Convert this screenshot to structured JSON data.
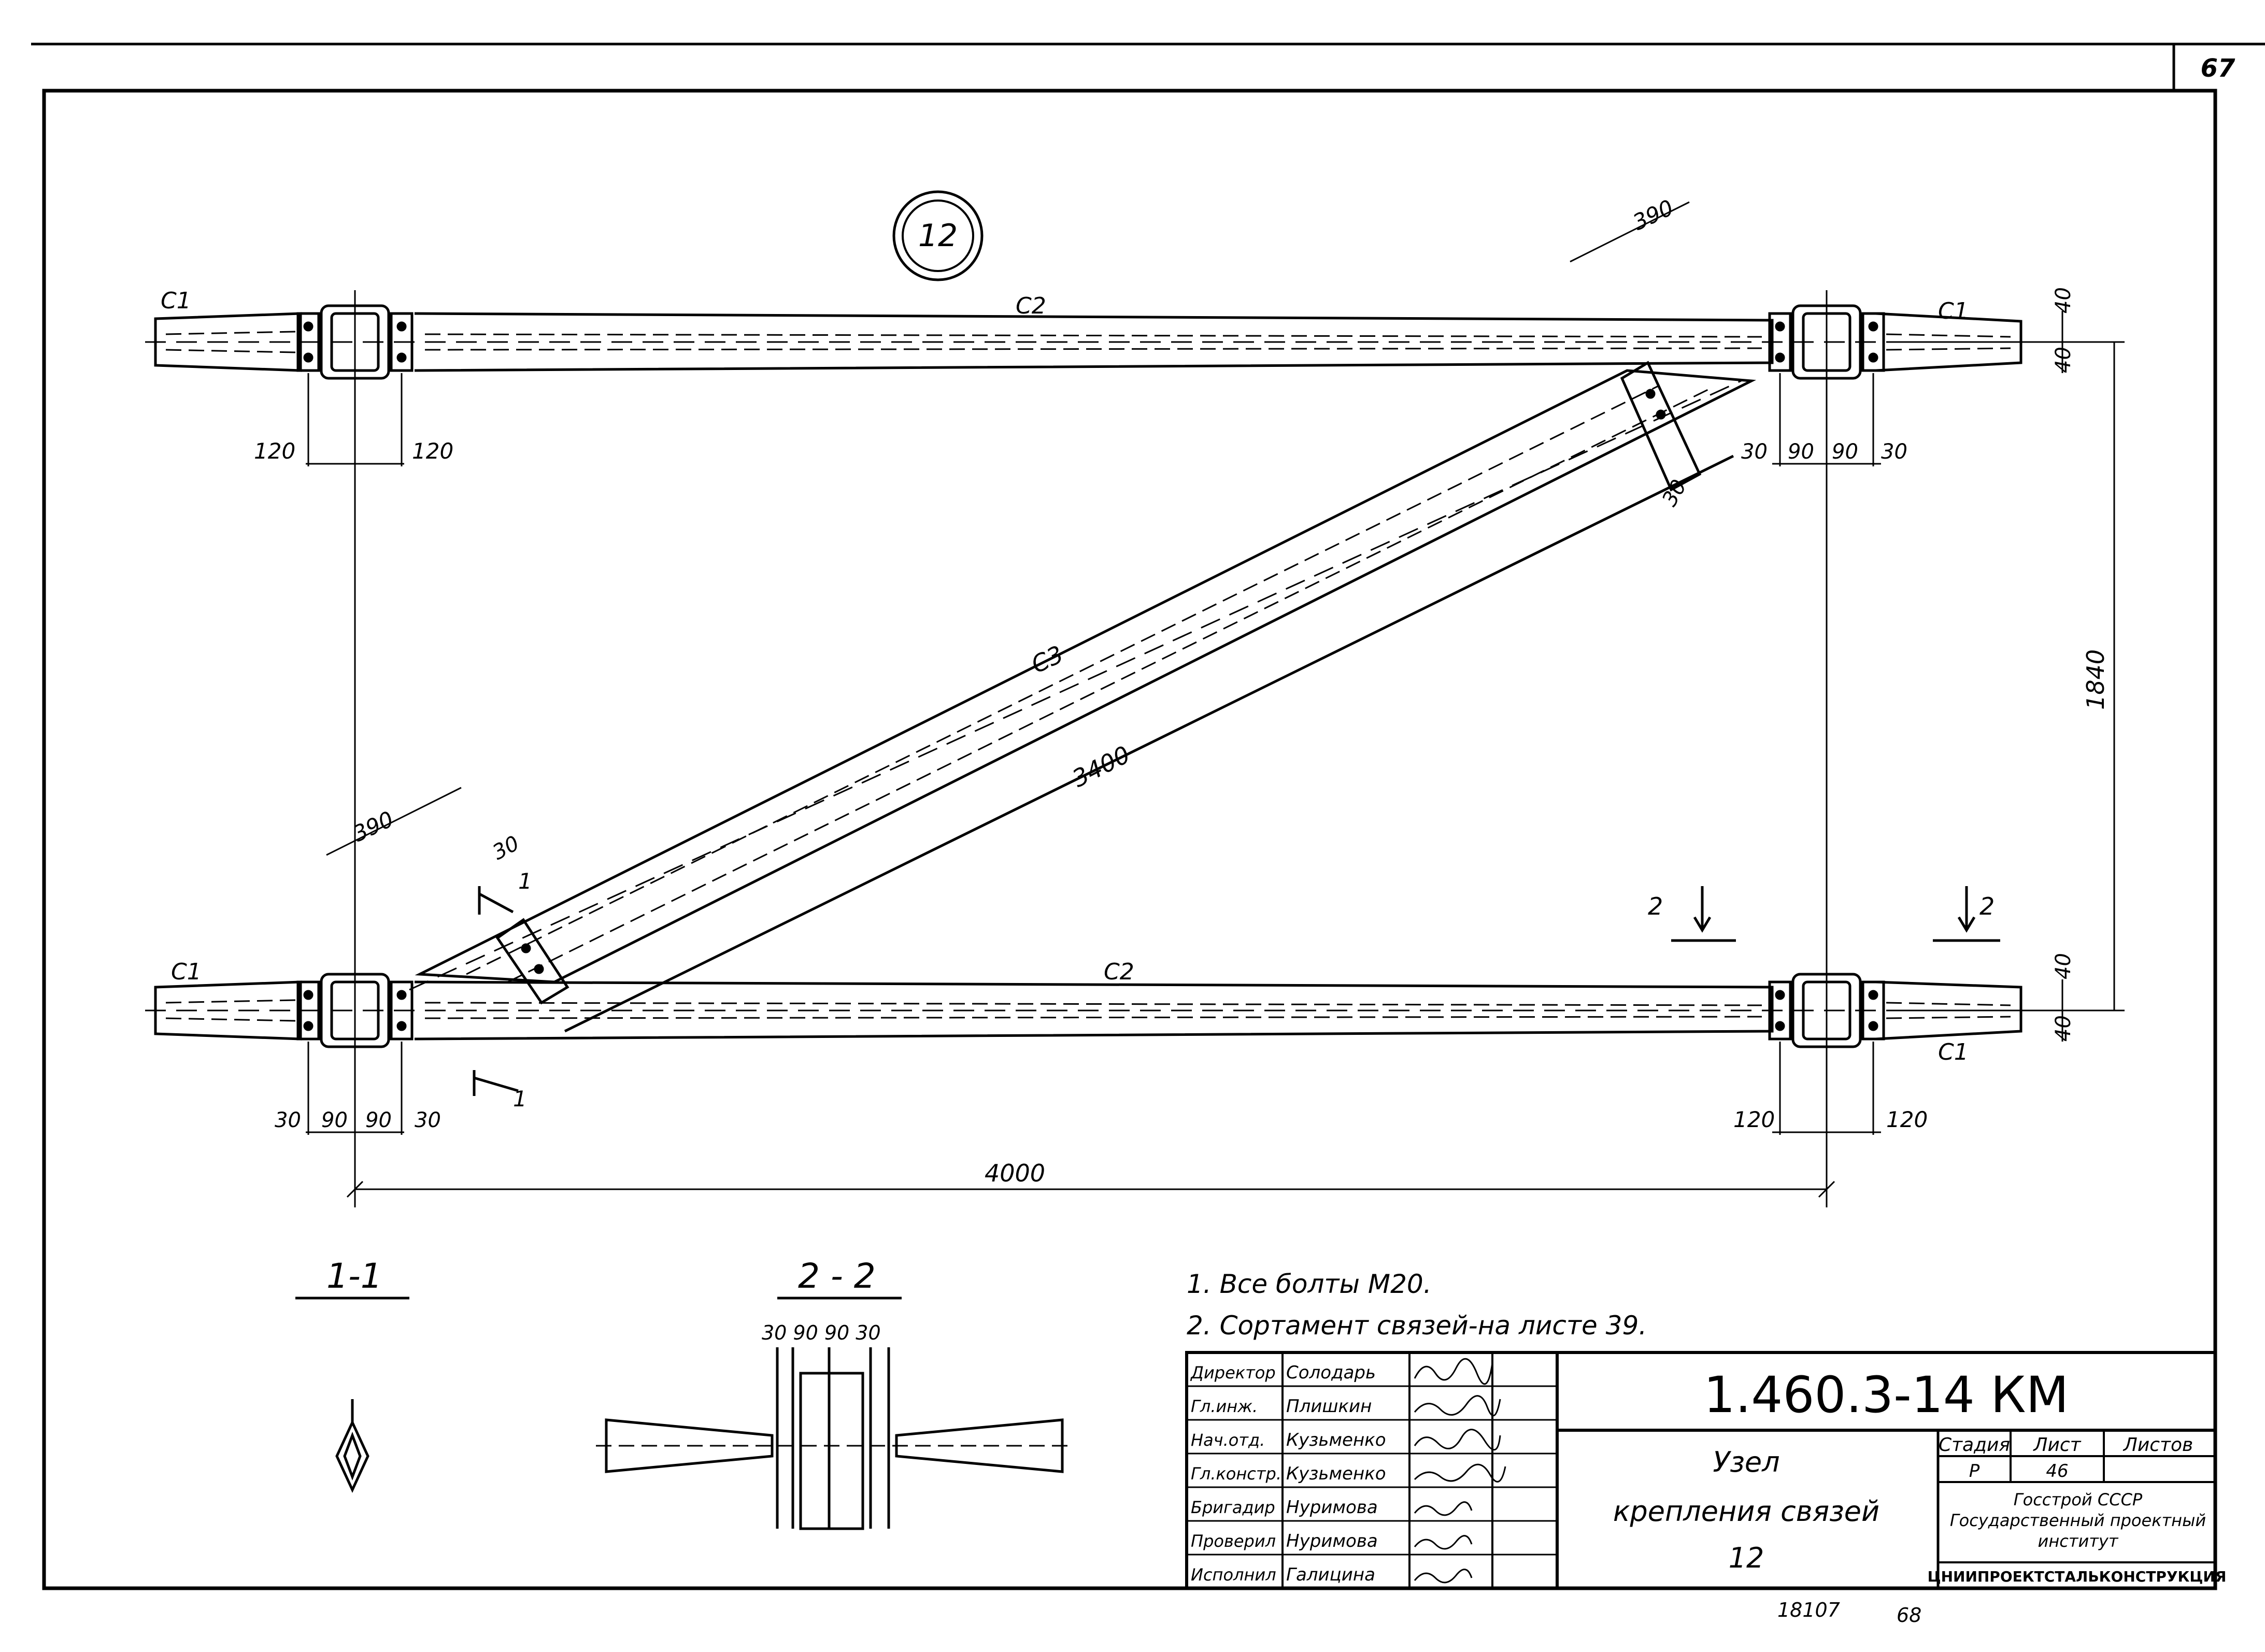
{
  "page_number": "67",
  "detail_mark": "12",
  "members": {
    "c1": "C1",
    "c2": "C2",
    "c3": "C3"
  },
  "dimensions": {
    "d390": "390",
    "d120": "120",
    "d30": "30",
    "d90": "90",
    "d40": "40",
    "d3400": "3400",
    "d1840": "1840",
    "d4000": "4000"
  },
  "section_marks": {
    "s1": "1",
    "s2": "2"
  },
  "section_titles": {
    "t1": "1-1",
    "t2": "2 - 2"
  },
  "section_2_dims": "30 90 90 30",
  "notes": [
    "1. Все болты М20.",
    "2. Сортамент связей-на листе 39."
  ],
  "title_block": {
    "signatures": [
      {
        "role": "Директор",
        "name": "Солодарь"
      },
      {
        "role": "Гл.инж.",
        "name": "Плишкин"
      },
      {
        "role": "Нач.отд.",
        "name": "Кузьменко"
      },
      {
        "role": "Гл.констр.",
        "name": "Кузьменко"
      },
      {
        "role": "Бригадир",
        "name": "Нуримова"
      },
      {
        "role": "Проверил",
        "name": "Нуримова"
      },
      {
        "role": "Исполнил",
        "name": "Галицина"
      }
    ],
    "doc_code": "1.460.3-14 КМ",
    "drawing_title": [
      "Узел",
      "крепления связей",
      "12"
    ],
    "stage_header": "Стадия",
    "sheet_header": "Лист",
    "sheets_header": "Листов",
    "stage": "Р",
    "sheet": "46",
    "org_lines": [
      "Госстрой СССР",
      "Государственный проектный",
      "институт"
    ],
    "org_name": "ЦНИИПРОЕКТСТАЛЬКОНСТРУКЦИЯ"
  },
  "footer": {
    "inv_no": "18107",
    "page_bottom": "68"
  }
}
